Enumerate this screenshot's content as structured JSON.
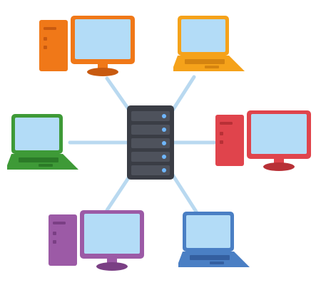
{
  "diagram": {
    "type": "network-topology",
    "hub": {
      "kind": "server-rack",
      "icon": "server-icon",
      "drive_bays": 5,
      "colors": {
        "body": "#3a3d45",
        "bay": "#4e525c",
        "led": "#6fb7ff"
      }
    },
    "link_color": "#b9d9f0",
    "devices": [
      {
        "id": "desktop-orange",
        "kind": "desktop",
        "icon": "desktop-computer-icon",
        "color": "#f07818",
        "accent": "#c85a10"
      },
      {
        "id": "laptop-orange",
        "kind": "laptop",
        "icon": "laptop-icon",
        "color": "#f5a21a",
        "accent": "#d58410"
      },
      {
        "id": "laptop-green",
        "kind": "laptop",
        "icon": "laptop-icon",
        "color": "#3e9a37",
        "accent": "#2c7a28"
      },
      {
        "id": "desktop-red",
        "kind": "desktop",
        "icon": "desktop-computer-icon",
        "color": "#e0444c",
        "accent": "#b83036"
      },
      {
        "id": "desktop-purple",
        "kind": "desktop",
        "icon": "desktop-computer-icon",
        "color": "#9c5aa6",
        "accent": "#7a3f84"
      },
      {
        "id": "laptop-blue",
        "kind": "laptop",
        "icon": "laptop-icon",
        "color": "#4a7fc4",
        "accent": "#345fa0"
      }
    ],
    "screen_color": "#b3dcf7"
  }
}
